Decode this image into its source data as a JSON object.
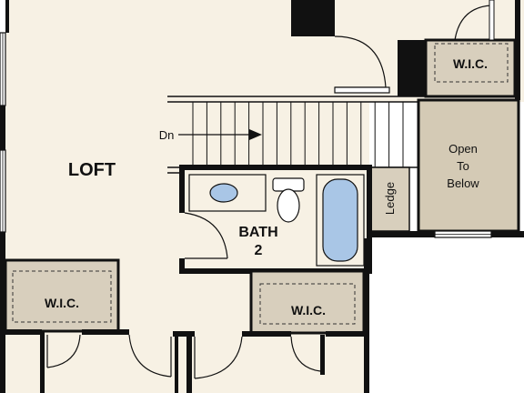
{
  "rooms": {
    "loft": "LOFT",
    "bath_line1": "BATH",
    "bath_line2": "2",
    "wic_top_right": "W.I.C.",
    "wic_bottom_left": "W.I.C.",
    "wic_bottom_mid": "W.I.C."
  },
  "stairs": {
    "direction_label": "Dn"
  },
  "open_to_below": {
    "line1": "Open",
    "line2": "To",
    "line3": "Below"
  },
  "ledge": "Ledge",
  "colors": {
    "floor": "#f7f1e4",
    "wic_fill": "#d8cfbd",
    "open_fill": "#d4cab5",
    "wall": "#111111",
    "fixture": "#a9c6e6"
  }
}
